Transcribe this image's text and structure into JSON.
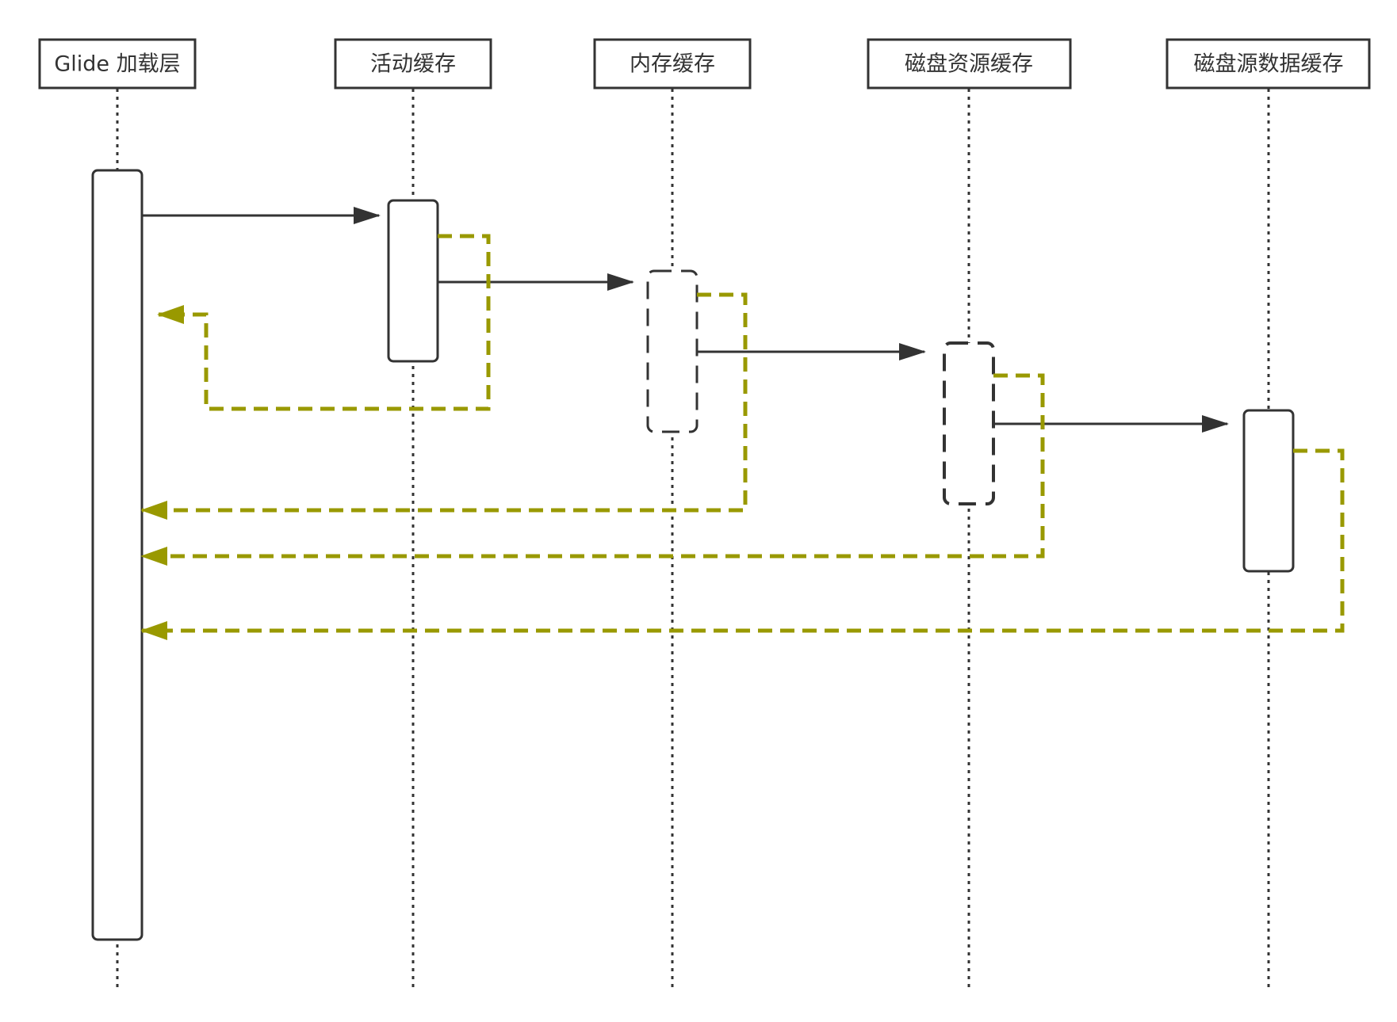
{
  "colors": {
    "line": "#333333",
    "return": "#999900",
    "background": "#ffffff"
  },
  "participants": [
    {
      "id": "glide",
      "label": "Glide 加载层"
    },
    {
      "id": "active",
      "label": "活动缓存"
    },
    {
      "id": "memory",
      "label": "内存缓存"
    },
    {
      "id": "disk-resource",
      "label": "磁盘资源缓存"
    },
    {
      "id": "disk-source",
      "label": "磁盘源数据缓存"
    }
  ],
  "activations": [
    {
      "participant": "glide",
      "style": "solid"
    },
    {
      "participant": "active",
      "style": "solid"
    },
    {
      "participant": "memory",
      "style": "dashed"
    },
    {
      "participant": "disk-resource",
      "style": "dashed"
    },
    {
      "participant": "disk-source",
      "style": "solid"
    }
  ],
  "messages": [
    {
      "from": "glide",
      "to": "active",
      "kind": "call"
    },
    {
      "from": "active",
      "to": "memory",
      "kind": "call"
    },
    {
      "from": "memory",
      "to": "disk-resource",
      "kind": "call"
    },
    {
      "from": "disk-resource",
      "to": "disk-source",
      "kind": "call"
    },
    {
      "from": "active",
      "to": "glide",
      "kind": "return"
    },
    {
      "from": "memory",
      "to": "glide",
      "kind": "return"
    },
    {
      "from": "disk-resource",
      "to": "glide",
      "kind": "return"
    },
    {
      "from": "disk-source",
      "to": "glide",
      "kind": "return"
    }
  ]
}
